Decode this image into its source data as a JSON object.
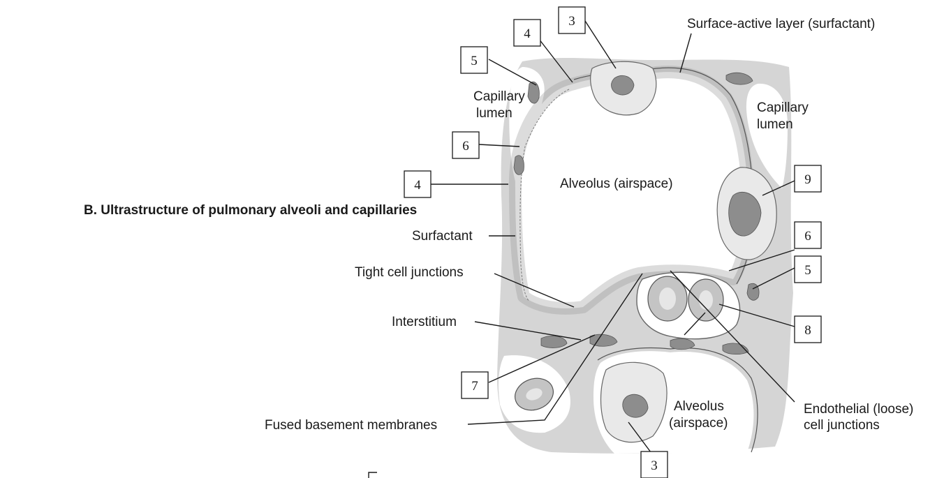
{
  "title": "B. Ultrastructure of pulmonary alveoli and capillaries",
  "labels": {
    "surface_active_layer": "Surface-active layer (surfactant)",
    "capillary_lumen_left_1": "Capillary",
    "capillary_lumen_left_2": "lumen",
    "capillary_lumen_right_1": "Capillary",
    "capillary_lumen_right_2": "lumen",
    "alveolus_main": "Alveolus (airspace)",
    "surfactant": "Surfactant",
    "tight_cell_junctions": "Tight cell junctions",
    "interstitium": "Interstitium",
    "fused_basement_membranes": "Fused basement membranes",
    "alveolus_lower_1": "Alveolus",
    "alveolus_lower_2": "(airspace)",
    "endothelial_1": "Endothelial (loose)",
    "endothelial_2": "cell junctions"
  },
  "callouts": {
    "top_3": "3",
    "top_4": "4",
    "left_5": "5",
    "left_6": "6",
    "left_4": "4",
    "right_9": "9",
    "right_6": "6",
    "right_5": "5",
    "right_8": "8",
    "left_7": "7",
    "bottom_3": "3"
  },
  "colors": {
    "tissue": "#d5d5d5",
    "wall": "#9a9a9a",
    "text": "#1a1a1a"
  }
}
